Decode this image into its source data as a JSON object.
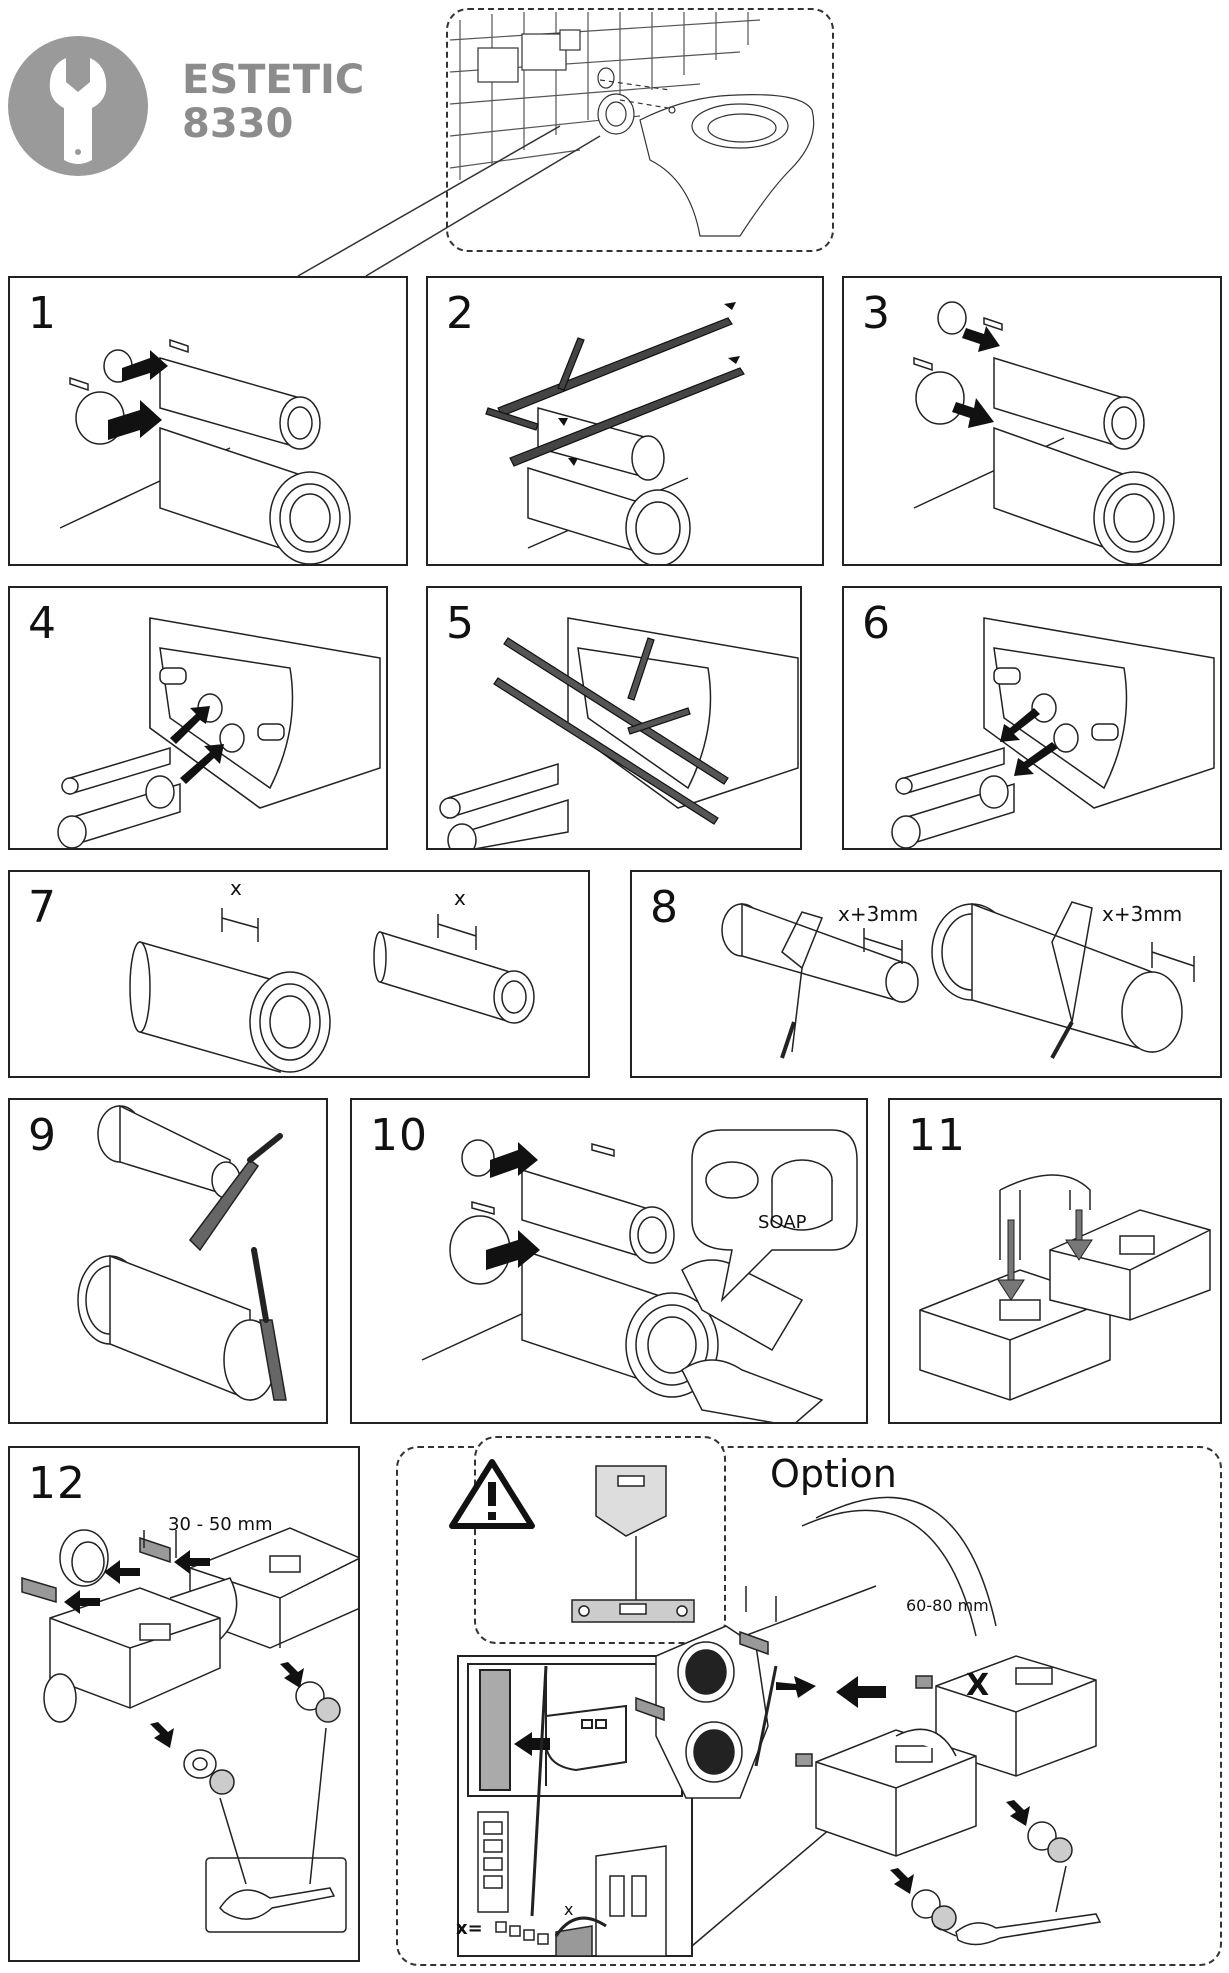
{
  "brand": {
    "line1": "ESTETIC",
    "line2": "8330",
    "icon": "wrench-icon",
    "badge_color": "#9a9a9a"
  },
  "steps": [
    {
      "number": "1"
    },
    {
      "number": "2"
    },
    {
      "number": "3"
    },
    {
      "number": "4"
    },
    {
      "number": "5"
    },
    {
      "number": "6"
    },
    {
      "number": "7"
    },
    {
      "number": "8"
    },
    {
      "number": "9"
    },
    {
      "number": "10"
    },
    {
      "number": "11"
    },
    {
      "number": "12"
    }
  ],
  "labels": {
    "x": "x",
    "x_plus": "x+3mm",
    "soap": "SOAP",
    "range_30_50": "30 - 50 mm",
    "range_60_80": "60-80 mm",
    "option": "Option",
    "big_x": "X",
    "x_eq": "x="
  }
}
